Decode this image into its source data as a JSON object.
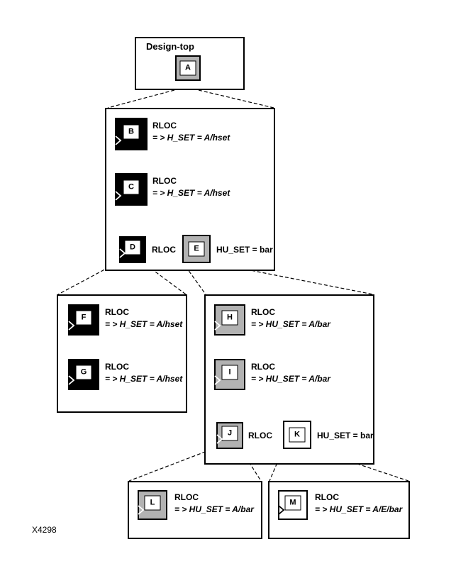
{
  "figure_label": "X4298",
  "design_top": {
    "title": "Design-top",
    "block": {
      "letter": "A"
    }
  },
  "level2": {
    "row_b": {
      "letter": "B",
      "attr": "RLOC",
      "value": "= > H_SET = A/hset"
    },
    "row_c": {
      "letter": "C",
      "attr": "RLOC",
      "value": "= > H_SET = A/hset"
    },
    "pair": {
      "left": {
        "letter": "D",
        "label": "RLOC"
      },
      "right": {
        "letter": "E",
        "label": "HU_SET = bar"
      }
    }
  },
  "level3_left": {
    "row_f": {
      "letter": "F",
      "attr": "RLOC",
      "value": "= > H_SET = A/hset"
    },
    "row_g": {
      "letter": "G",
      "attr": "RLOC",
      "value": "= > H_SET = A/hset"
    }
  },
  "level3_right": {
    "row_h": {
      "letter": "H",
      "attr": "RLOC",
      "value": "= > HU_SET = A/bar"
    },
    "row_i": {
      "letter": "I",
      "attr": "RLOC",
      "value": "= > HU_SET = A/bar"
    },
    "pair": {
      "left": {
        "letter": "J",
        "label": "RLOC"
      },
      "right": {
        "letter": "K",
        "label": "HU_SET = bar"
      }
    }
  },
  "level4_left": {
    "row_l": {
      "letter": "L",
      "attr": "RLOC",
      "value": "= > HU_SET = A/bar"
    }
  },
  "level4_right": {
    "row_m": {
      "letter": "M",
      "attr": "RLOC",
      "value": "= > HU_SET = A/E/bar"
    }
  },
  "colors": {
    "black_block": "#000000",
    "gray_block": "#b2b2b2",
    "white_block": "#ffffff",
    "connector": "#000000"
  }
}
